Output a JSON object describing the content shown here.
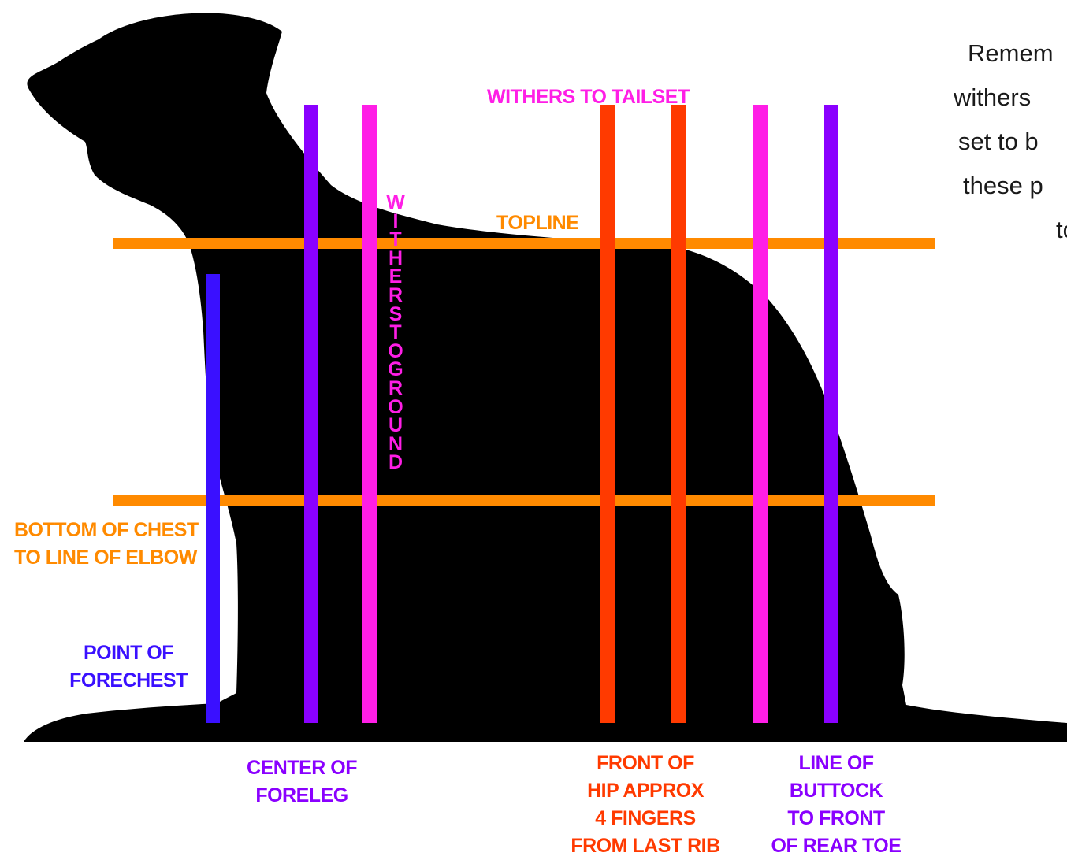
{
  "colors": {
    "silhouette": "#000000",
    "orange": "#ff8a00",
    "blue": "#3a10ff",
    "purple": "#8a00ff",
    "magenta": "#ff1ee6",
    "red": "#ff3a00",
    "note_text": "#1a1a1a"
  },
  "labels": {
    "withers_to_tailset": "WITHERS TO TAILSET",
    "topline": "TOPLINE",
    "withers_to_ground": [
      "W",
      "I",
      "T",
      "H",
      "E",
      "R",
      "S",
      "T",
      "O",
      "G",
      "R",
      "O",
      "U",
      "N",
      "D"
    ],
    "bottom_of_chest": [
      "BOTTOM OF CHEST",
      "TO LINE OF ELBOW"
    ],
    "point_of_forechest": [
      "POINT OF",
      "FORECHEST"
    ],
    "center_of_foreleg": [
      "CENTER OF",
      "FORELEG"
    ],
    "front_of_hip": [
      "FRONT OF",
      "HIP APPROX",
      "4 FINGERS",
      "FROM LAST RIB"
    ],
    "line_of_buttock": [
      "LINE OF",
      "BUTTOCK",
      "TO FRONT",
      "OF REAR TOE"
    ]
  },
  "note": [
    "Remem",
    "withers",
    "set to b",
    "these p",
    "to"
  ]
}
